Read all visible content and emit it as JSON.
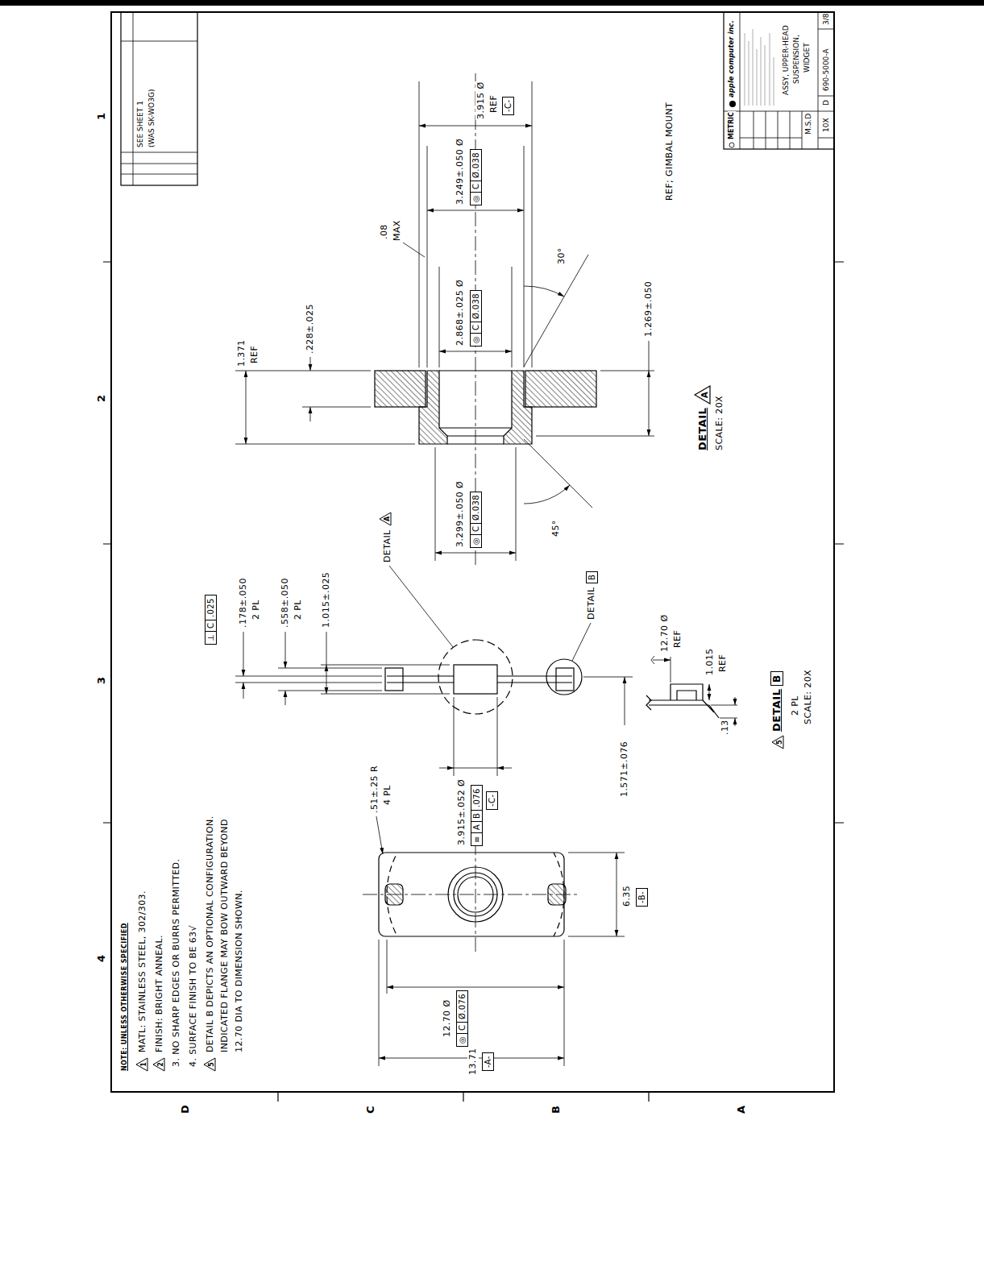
{
  "diagram": {
    "labels": [
      "1",
      "2",
      "3",
      "4",
      "D",
      "C",
      "B",
      "A",
      "NOTE: UNLESS OTHERWISE SPECIFIED",
      "1",
      "MATL: STAINLESS STEEL, 302/303.",
      "2",
      "FINISH: BRIGHT ANNEAL.",
      "3. NO SHARP EDGES OR BURRS PERMITTED.",
      "4. SURFACE FINISH TO BE 63√",
      "5",
      "DETAIL B DEPICTS AN OPTIONAL CONFIGURATION.",
      "INDICATED FLANGE MAY BOW OUTWARD BEYOND",
      "12.70 DIA TO DIMENSION SHOWN.",
      "13.71",
      "-A-",
      "12.70 Ø",
      "◎",
      "C",
      "Ø.076",
      ".51±.25 R",
      "4 PL",
      "6.35",
      "-B-",
      "⊥",
      "C",
      ".025",
      ".178±.050",
      "2 PL",
      ".558±.050",
      "2 PL",
      "1.015±.025",
      "DETAIL",
      "A",
      "3.915±.052 Ø",
      "≡",
      "A",
      "B",
      ".076",
      "-C-",
      "1.571±.076",
      "DETAIL",
      "B",
      "12.70 Ø",
      "REF",
      "1.015",
      "REF",
      ".13",
      "5",
      "DETAIL",
      "B",
      "2 PL",
      "SCALE: 20X",
      "1.371",
      "REF",
      ".228±.025",
      ".08",
      "MAX",
      "2.868±.025 Ø",
      "◎",
      "C",
      "Ø.038",
      "3.249±.050 Ø",
      "◎",
      "C",
      "Ø.038",
      "3.915 Ø",
      "REF",
      "-C-",
      "3.299±.050 Ø",
      "◎",
      "C",
      "Ø.038",
      "30°",
      "45°",
      "1.269±.050",
      "DETAIL",
      "A",
      "SCALE: 20X",
      "REF; GIMBAL MOUNT",
      "SEE SHEET 1",
      "(WAS SK-WO3G)",
      "METRIC",
      "apple computer inc.",
      "ASSY, UPPER-HEAD",
      "SUSPENSION,",
      "WIDGET",
      "M.S.D",
      "10X",
      "D",
      "690-5000-A",
      "3/8"
    ]
  }
}
